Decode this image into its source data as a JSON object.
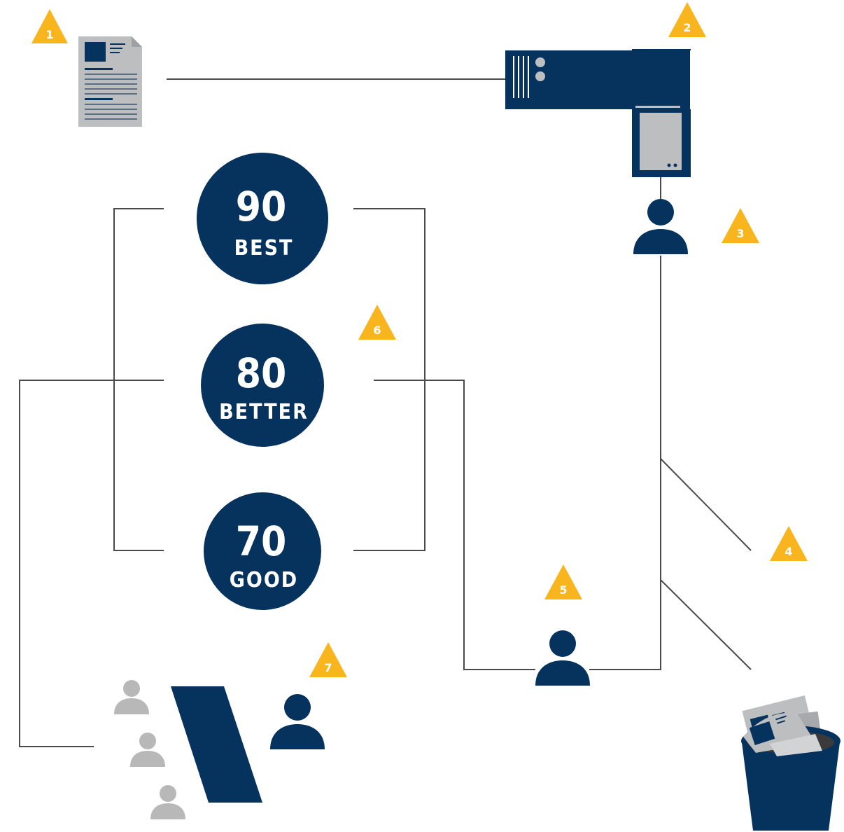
{
  "colors": {
    "navy": "#06325e",
    "gray_doc": "#bcbec0",
    "gray_person": "#b8b8b8",
    "badge": "#f8b51e",
    "line": "#4a4a4a"
  },
  "badges": [
    "1",
    "2",
    "3",
    "4",
    "5",
    "6",
    "7"
  ],
  "tiers": [
    {
      "number": "90",
      "label": "BEST"
    },
    {
      "number": "80",
      "label": "BETTER"
    },
    {
      "number": "70",
      "label": "GOOD"
    }
  ],
  "icons": {
    "document": "document-icon",
    "server": "server-icon",
    "person": "person-icon",
    "queue_person": "queued-person-icon",
    "gate": "gate-barrier-icon",
    "trash": "trash-can-icon"
  }
}
